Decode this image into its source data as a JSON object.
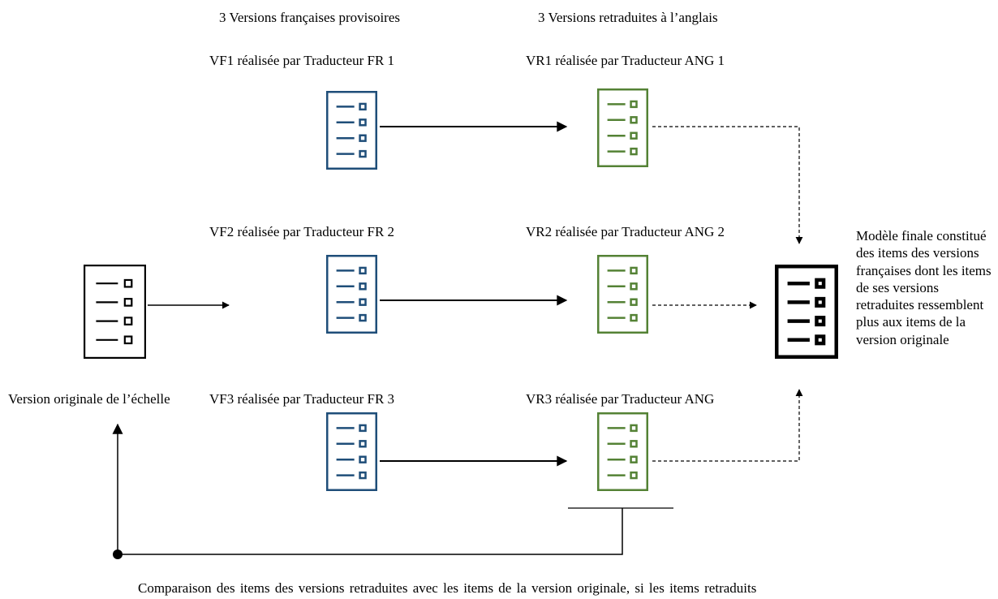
{
  "headers": {
    "french_column": "3 Versions françaises provisoires",
    "back_column": "3 Versions retraduites à l’anglais"
  },
  "nodes": {
    "vf1": "VF1 réalisée par Traducteur FR 1",
    "vf2": "VF2 réalisée par Traducteur FR 2",
    "vf3": "VF3 réalisée par Traducteur FR 3",
    "vr1": "VR1 réalisée par Traducteur ANG 1",
    "vr2": "VR2 réalisée par Traducteur ANG 2",
    "vr3": "VR3 réalisée par Traducteur ANG",
    "original": "Version originale de l’échelle",
    "final_model": "Modèle finale constitué des items des versions françaises dont les items de ses versions retraduites ressemblent plus aux items de la version originale"
  },
  "caption": "Comparaison des items des versions retraduites avec les items de la version originale, si les items retraduits",
  "colors": {
    "french": "#1f4e79",
    "back": "#548235",
    "original": "#000000",
    "final": "#000000"
  }
}
